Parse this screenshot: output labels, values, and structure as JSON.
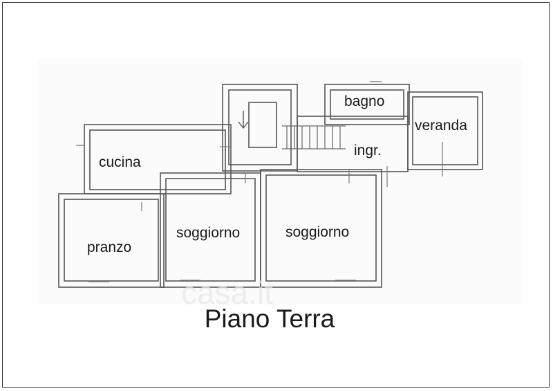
{
  "rooms": {
    "bagno": "bagno",
    "veranda": "veranda",
    "ingr": "ingr.",
    "cucina": "cucina",
    "pranzo": "pranzo",
    "soggiorno_left": "soggiorno",
    "soggiorno_right": "soggiorno"
  },
  "watermark": "casa.it",
  "floor_title": "Piano Terra",
  "colors": {
    "wall": "#555555",
    "text": "#1a1a1a"
  }
}
